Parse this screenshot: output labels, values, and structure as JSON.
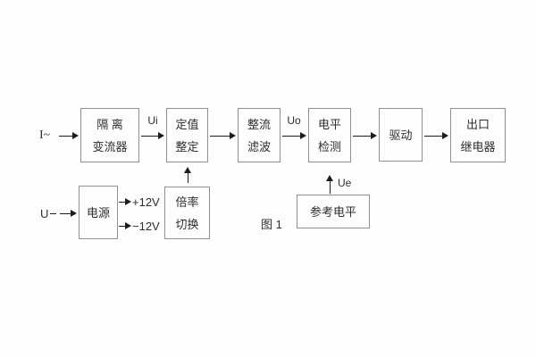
{
  "figure": {
    "caption": "图 1"
  },
  "inputs": {
    "current": "I~",
    "voltage": "U"
  },
  "signals": {
    "ui": "Ui",
    "uo": "Uo",
    "ue": "Ue",
    "rail_pos": "+12V",
    "rail_neg": "−12V"
  },
  "blocks": {
    "isolation": {
      "line1": "隔 离",
      "line2": "变流器"
    },
    "setting": {
      "line1": "定值",
      "line2": "整定"
    },
    "rectifier": {
      "line1": "整流",
      "line2": "滤波"
    },
    "level": {
      "line1": "电平",
      "line2": "检测"
    },
    "driver": {
      "line1": "驱动"
    },
    "relay": {
      "line1": "出口",
      "line2": "继电器"
    },
    "power": {
      "line1": "电源"
    },
    "ratio": {
      "line1": "倍率",
      "line2": "切换"
    },
    "reference": {
      "line1": "参考电平"
    }
  },
  "colors": {
    "background": "#fdfdfd",
    "box_border": "#8f8f8f",
    "text": "#2e2e2e",
    "arrow": "#1c1c1c"
  }
}
